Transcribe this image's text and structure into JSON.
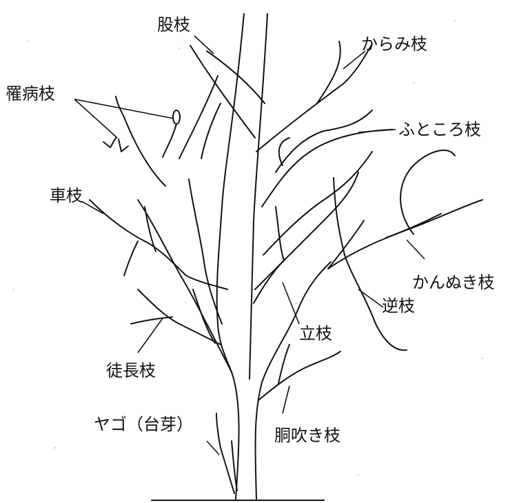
{
  "labels": {
    "momoe": "股枝",
    "karami": "からみ枝",
    "ribyo": "罹病枝",
    "futokoro": "ふところ枝",
    "kuruma": "車枝",
    "kannuki": "かんぬき枝",
    "sakasa": "逆枝",
    "tachi": "立枝",
    "tocho": "徒長枝",
    "dobuki": "胴吹き枝",
    "yago": "ヤゴ（台芽）"
  },
  "colors": {
    "ink": "#111111",
    "paper": "#ffffff"
  }
}
